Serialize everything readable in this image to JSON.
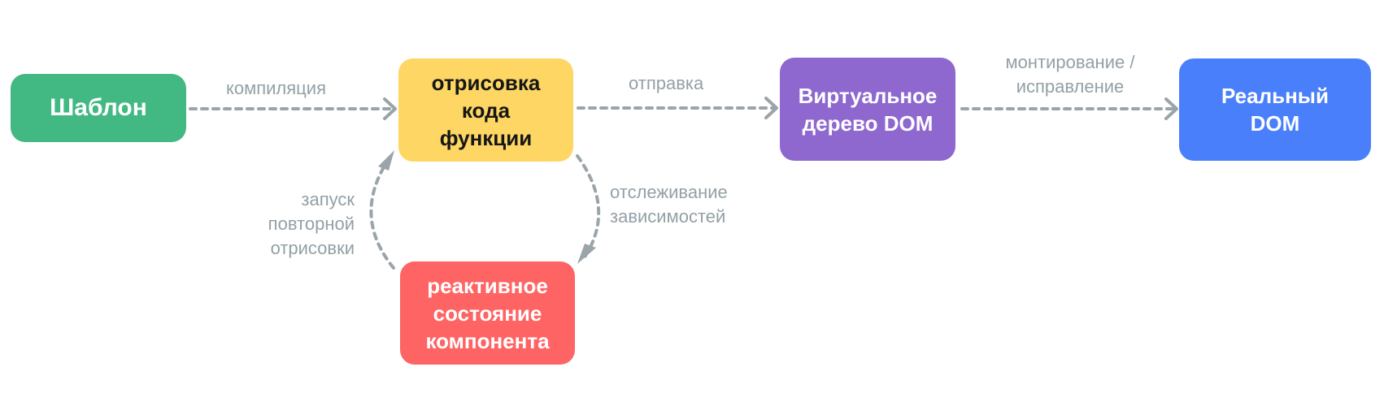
{
  "colors": {
    "template": "#42b883",
    "render": "#fdd663",
    "vdom": "#8e68cf",
    "real_dom": "#4a7ffb",
    "state": "#fe6464",
    "arrow": "#9aa4a9",
    "label": "#93a0a6"
  },
  "nodes": {
    "template": "Шаблон",
    "render": "отрисовка\nкода\nфункции",
    "vdom": "Виртуальное\nдерево DOM",
    "real_dom": "Реальный\nDOM",
    "state": "реактивное\nсостояние\nкомпонента"
  },
  "edges": {
    "compile": "компиляция",
    "send": "отправка",
    "mount": "монтирование /\nисправление",
    "track": "отслеживание\nзависимостей",
    "rerender": "запуск\nповторной\nотрисовки"
  }
}
